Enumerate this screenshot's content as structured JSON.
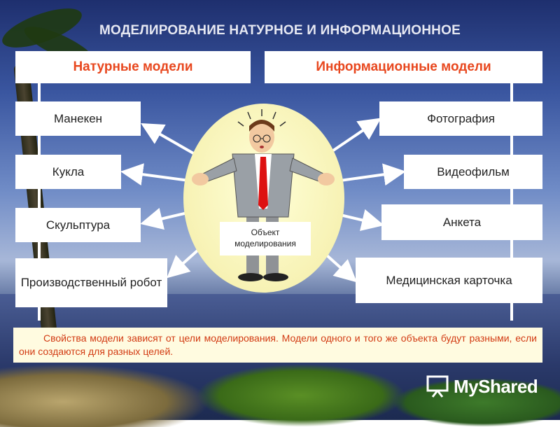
{
  "title": "МОДЕЛИРОВАНИЕ НАТУРНОЕ И ИНФОРМАЦИОННОЕ",
  "left_header": "Натурные  модели",
  "right_header": "Информационные  модели",
  "left_items": [
    "Манекен",
    "Кукла",
    "Скульптура",
    "Производственный робот"
  ],
  "right_items": [
    "Фотография",
    "Видеофильм",
    "Анкета",
    "Медицинская карточка"
  ],
  "center_label": "Объект моделирования",
  "note": "Свойства модели зависят от цели моделирования. Модели одного и того же объекта будут разными, если они создаются для разных целей.",
  "logo_text": "MyShared",
  "colors": {
    "header_text": "#e8471e",
    "note_text": "#d23a12",
    "oval_fill": "#f7f2b4"
  }
}
